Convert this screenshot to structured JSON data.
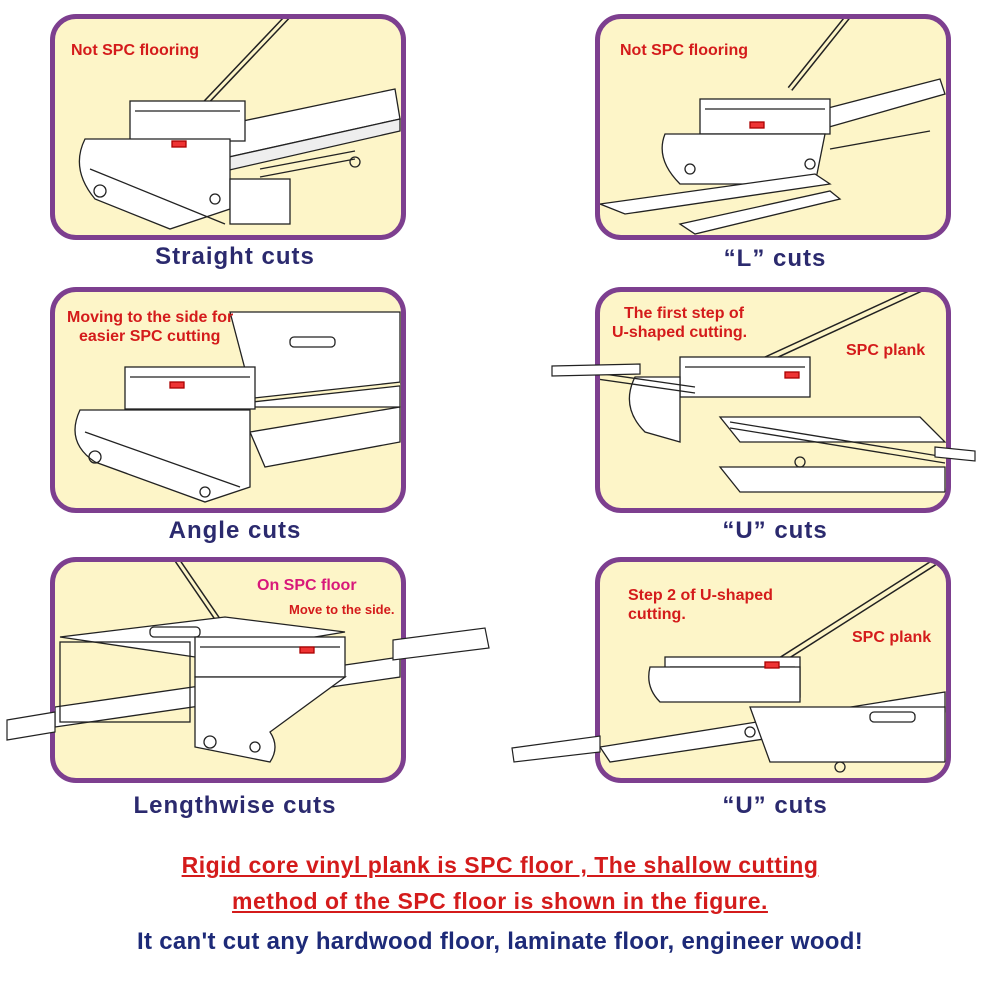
{
  "panels": [
    {
      "id": "straight",
      "note": "Not SPC flooring",
      "caption": "Straight cuts"
    },
    {
      "id": "l",
      "note": "Not SPC flooring",
      "caption": "“L” cuts"
    },
    {
      "id": "angle",
      "note_line1": "Moving to the side for",
      "note_line2": "easier SPC cutting",
      "caption": "Angle cuts"
    },
    {
      "id": "u1",
      "note_line1": "The first step of",
      "note_line2": "U-shaped cutting.",
      "plank_label": "SPC plank",
      "caption": "“U” cuts"
    },
    {
      "id": "lengthwise",
      "note": "On SPC  floor",
      "sub_note": "Move to the side.",
      "caption": "Lengthwise cuts"
    },
    {
      "id": "u2",
      "note_line1": "Step 2 of U-shaped",
      "note_line2": "cutting.",
      "plank_label": "SPC plank",
      "caption": "“U” cuts"
    }
  ],
  "footer": {
    "line1": "Rigid core vinyl plank is SPC floor , The shallow cutting",
    "line2": "method of the SPC floor is shown in the figure.",
    "line3": "It can't cut any hardwood floor, laminate floor, engineer wood!"
  },
  "colors": {
    "panel_bg": "#fdf5c8",
    "panel_border": "#7d3f8f",
    "note_red": "#d41b1b",
    "note_pink": "#d8187a",
    "caption_navy": "#2b2a6e",
    "footer_blue": "#1d2a78"
  },
  "icons": [
    "cutter-machine-drawing",
    "spc-plank-drawing"
  ]
}
